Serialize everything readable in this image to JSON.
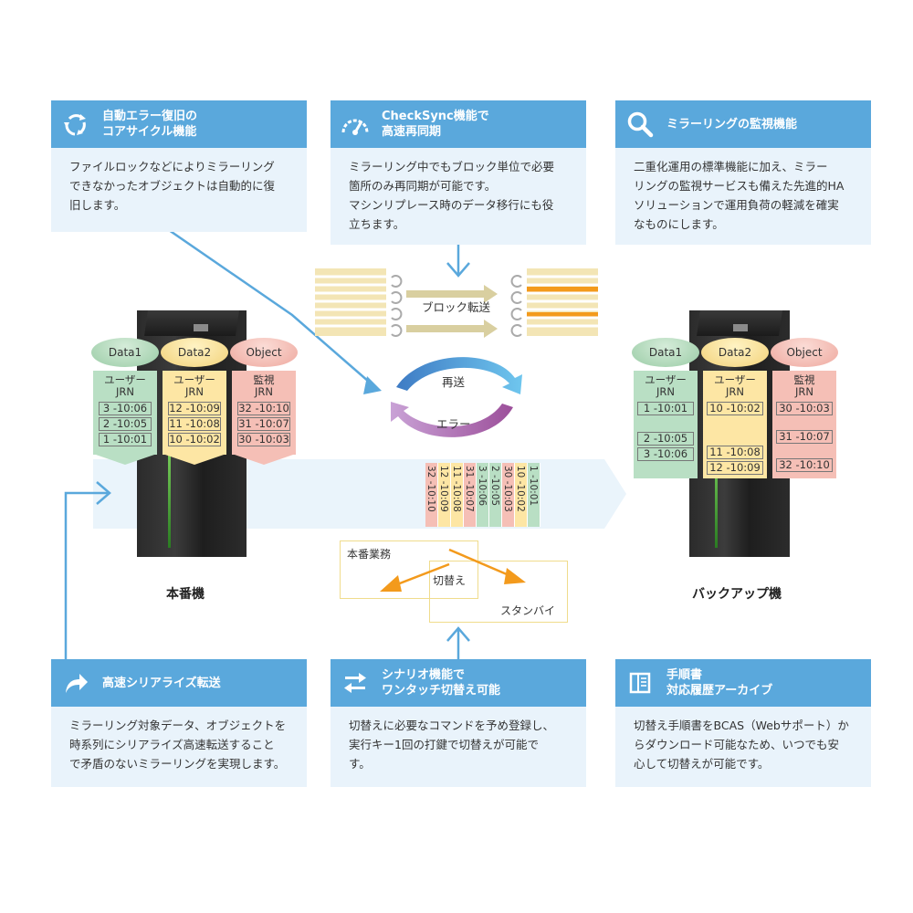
{
  "cards": {
    "auto_recovery": {
      "title_line1": "自動エラー復旧の",
      "title_line2": "コアサイクル機能",
      "body_line1": "ファイルロックなどによりミラーリング",
      "body_line2": "できなかったオブジェクトは自動的に復",
      "body_line3": "旧します。",
      "icon": "recycle-arrows-icon"
    },
    "checksync": {
      "title_line1": "CheckSync機能で",
      "title_line2": "高速再同期",
      "body_line1": "ミラーリング中でもブロック単位で必要",
      "body_line2": "箇所のみ再同期が可能です。",
      "body_line3": "マシンリプレース時のデータ移行にも役",
      "body_line4": "立ちます。",
      "icon": "speedometer-icon"
    },
    "monitoring": {
      "title": "ミラーリングの監視機能",
      "body_line1": "二重化運用の標準機能に加え、ミラー",
      "body_line2": "リングの監視サービスも備えた先進的HA",
      "body_line3": "ソリューションで運用負荷の軽減を確実",
      "body_line4": "なものにします。",
      "icon": "magnifier-icon"
    },
    "serialize": {
      "title": "高速シリアライズ転送",
      "body_line1": "ミラーリング対象データ、オブジェクトを",
      "body_line2": "時系列にシリアライズ高速転送すること",
      "body_line3": "で矛盾のないミラーリングを実現します。",
      "icon": "forward-arrow-icon"
    },
    "scenario": {
      "title_line1": "シナリオ機能で",
      "title_line2": "ワンタッチ切替え可能",
      "body_line1": "切替えに必要なコマンドを予め登録し、",
      "body_line2": "実行キー1回の打鍵で切替えが可能で",
      "body_line3": "す。",
      "icon": "swap-arrows-icon"
    },
    "manual": {
      "title_line1": "手順書",
      "title_line2": "対応履歴アーカイブ",
      "body_line1": "切替え手順書をBCAS（Webサポート）か",
      "body_line2": "らダウンロード可能なため、いつでも安",
      "body_line3": "心して切替えが可能です。",
      "icon": "book-icon"
    }
  },
  "diagram": {
    "block_transfer": "ブロック転送",
    "resend": "再送",
    "error": "エラー",
    "production_label": "本番機",
    "backup_label": "バックアップ機",
    "production_work": "本番業務",
    "switch": "切替え",
    "standby": "スタンバイ",
    "left": {
      "db": [
        "Data1",
        "Data2",
        "Object"
      ],
      "jrn_labels": [
        [
          "ユーザー",
          "JRN"
        ],
        [
          "ユーザー",
          "JRN"
        ],
        [
          "監視",
          "JRN"
        ]
      ],
      "col1": [
        "3 -10:06",
        "2 -10:05",
        "1 -10:01"
      ],
      "col2": [
        "12 -10:09",
        "11 -10:08",
        "10 -10:02"
      ],
      "col3": [
        "32 -10:10",
        "31 -10:07",
        "30 -10:03"
      ]
    },
    "right": {
      "db": [
        "Data1",
        "Data2",
        "Object"
      ],
      "jrn_labels": [
        [
          "ユーザー",
          "JRN"
        ],
        [
          "ユーザー",
          "JRN"
        ],
        [
          "監視",
          "JRN"
        ]
      ],
      "col1": [
        "1 -10:01",
        "2 -10:05",
        "3 -10:06"
      ],
      "col2": [
        "10 -10:02",
        "11 -10:08",
        "12 -10:09"
      ],
      "col3": [
        "30 -10:03",
        "31 -10:07",
        "32 -10:10"
      ]
    },
    "stream": [
      "32 -10:10",
      "12 -10:09",
      "11 -10:08",
      "31 -10:07",
      "3 -10:06",
      "2 -10:05",
      "30 -10:03",
      "10 -10:02",
      "1 -10:01"
    ],
    "colors": {
      "accent": "#5aa8dc",
      "card_bg": "#e9f3fb",
      "green": "#b9dfc4",
      "yellow": "#fde6a4",
      "red": "#f5bfb6",
      "orange": "#f39a1c"
    }
  }
}
